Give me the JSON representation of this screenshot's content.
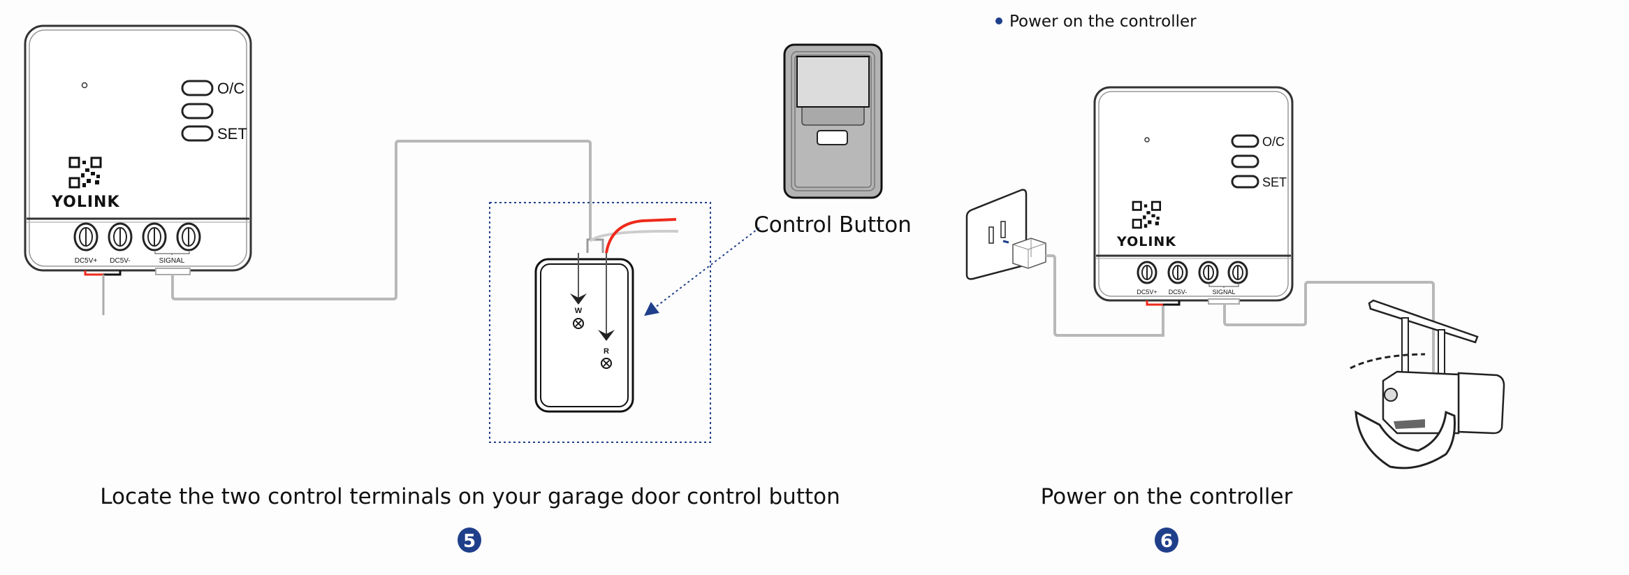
{
  "colors": {
    "accent_blue": "#1f3f8a",
    "wire_gray": "#b8b8b8",
    "wire_red": "#ee2a1b",
    "background": "#fdfdfd"
  },
  "step5": {
    "controller": {
      "buttons": [
        "O/C",
        "",
        "SET"
      ],
      "logo": "YOLINK",
      "terminals": [
        "DC5V+",
        "DC5V-",
        "SIGNAL"
      ]
    },
    "terminal_labels": [
      "W",
      "R"
    ],
    "control_button_label": "Control Button",
    "caption": "Locate the two control terminals on your garage door control button",
    "step_number": "5"
  },
  "step6": {
    "bullet_heading": "Power on the controller",
    "controller": {
      "buttons": [
        "O/C",
        "",
        "SET"
      ],
      "logo": "YOLINK",
      "terminals": [
        "DC5V+",
        "DC5V-",
        "SIGNAL"
      ]
    },
    "caption": "Power on the controller",
    "step_number": "6"
  }
}
